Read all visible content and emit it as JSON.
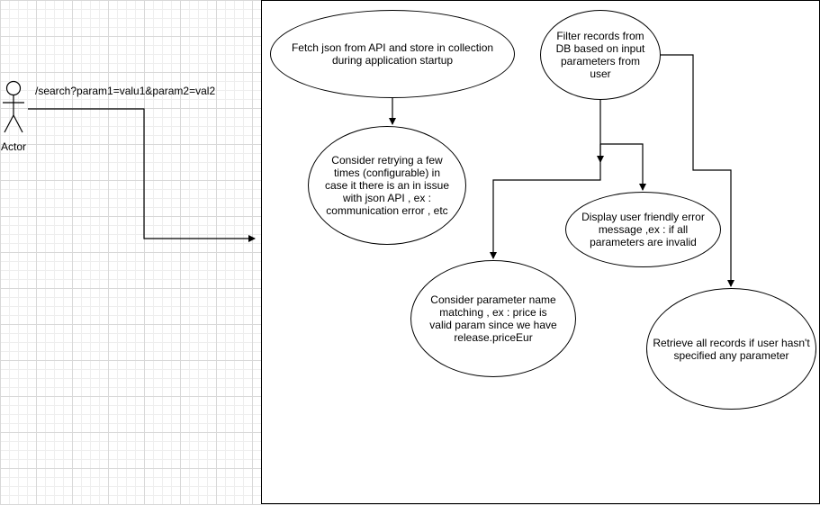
{
  "actor": {
    "label": "Actor"
  },
  "request": {
    "label": "/search?param1=valu1&param2=val2"
  },
  "nodes": {
    "fetch": "Fetch json from API and store in collection during application startup",
    "retry": "Consider retrying a few times (configurable) in case it there is an in issue with json API , ex : communication error , etc",
    "filter": "Filter records from DB based on input parameters from user",
    "error": "Display user friendly error message ,ex : if all parameters are invalid",
    "matching": "Consider parameter name matching , ex : price is valid param since we have release.priceEur",
    "retrieve": "Retrieve all records if user hasn't specified any parameter"
  }
}
